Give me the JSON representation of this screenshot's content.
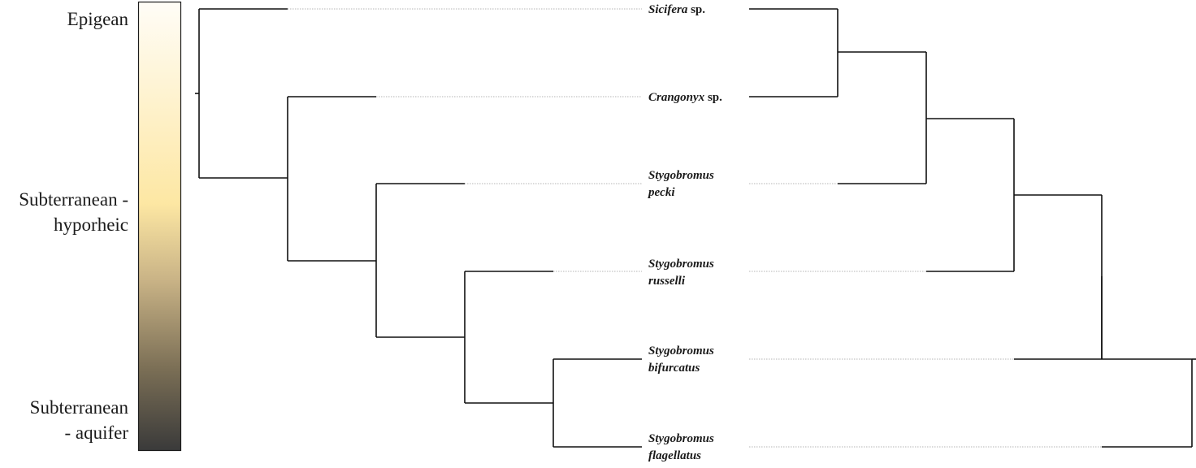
{
  "legend": {
    "colors": {
      "top": "#fffdf7",
      "mid": "#fde7a3",
      "mid_dark": "#c9b386",
      "dark_mid": "#7a6e55",
      "bottom": "#3a3a3a"
    },
    "labels": {
      "epigean": "Epigean",
      "hyporheic_line1": "Subterranean -",
      "hyporheic_line2": "hyporheic",
      "aquifer_line1": "Subterranean",
      "aquifer_line2": "- aquifer"
    }
  },
  "taxa": [
    {
      "genus": "Sicifera",
      "species": "",
      "suffix": " sp."
    },
    {
      "genus": "Crangonyx",
      "species": "",
      "suffix": " sp."
    },
    {
      "genus": "Stygobromus",
      "species": "pecki",
      "suffix": ""
    },
    {
      "genus": "Stygobromus",
      "species": "russelli",
      "suffix": ""
    },
    {
      "genus": "Stygobromus",
      "species": "bifurcatus",
      "suffix": ""
    },
    {
      "genus": "Stygobromus",
      "species": "flagellatus",
      "suffix": ""
    }
  ],
  "trees": {
    "left": {
      "description": "species tree",
      "ladder_order": [
        "Sicifera sp.",
        "Crangonyx sp.",
        "Stygobromus pecki",
        "Stygobromus russelli",
        "Stygobromus bifurcatus",
        "Stygobromus flagellatus"
      ]
    },
    "right": {
      "description": "mirrored tree",
      "ladder_order": [
        "Stygobromus flagellatus",
        "Stygobromus bifurcatus",
        "Stygobromus russelli",
        "Stygobromus pecki",
        "Crangonyx sp.",
        "Sicifera sp."
      ]
    }
  },
  "colors": {
    "branch": "#111111",
    "connector": "#b5b5b5",
    "label": "#1a1a1a"
  }
}
